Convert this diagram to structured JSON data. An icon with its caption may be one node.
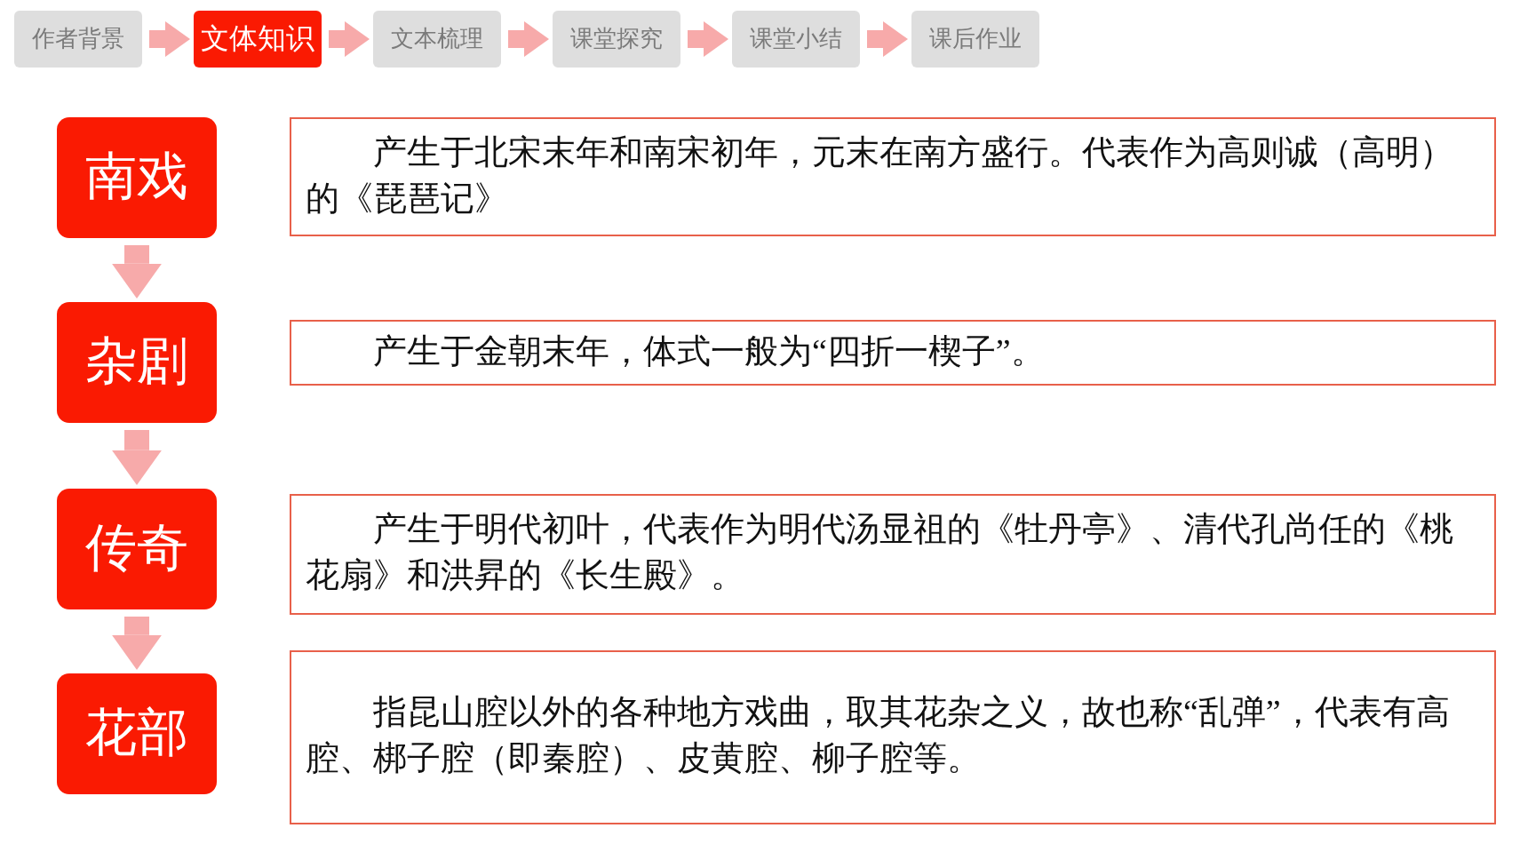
{
  "diagram": {
    "nodes": [
      {
        "text": [
          "作者背景"
        ]
      },
      {
        "text": [
          "文体知识"
        ]
      },
      {
        "text": [
          "文本梳理"
        ]
      },
      {
        "text": [
          "课堂探究"
        ]
      },
      {
        "text": [
          "课堂小结"
        ]
      },
      {
        "text": [
          "课后作业"
        ]
      },
      {
        "text": [
          "南戏"
        ]
      },
      {
        "text": [
          "产生于北宋末年和南宋初年，元末在南方盛行。代表作为高则诚（高明）的《琵琶记》"
        ]
      },
      {
        "text": [
          "杂剧"
        ]
      },
      {
        "text": [
          "产生于金朝末年，体式一般为“四折一楔子”。"
        ]
      },
      {
        "text": [
          "传奇"
        ]
      },
      {
        "text": [
          "产生于明代初叶，代表作为明代汤显祖的《牡丹亭》、清代孔尚任的《桃花扇》和洪昇的《长生殿》。"
        ]
      },
      {
        "text": [
          "花部"
        ]
      },
      {
        "text": [
          "指昆山腔以外的各种地方戏曲，取其花杂之义，故也称“乱弹”，代表有高腔、梆子腔（即秦腔）、皮黄腔、柳子腔等。"
        ]
      }
    ],
    "edges": [
      {
        "from": 0,
        "to": 1,
        "arrow": "to"
      },
      {
        "from": 1,
        "to": 2,
        "arrow": "to"
      },
      {
        "from": 2,
        "to": 3,
        "arrow": "to"
      },
      {
        "from": 3,
        "to": 4,
        "arrow": "to"
      },
      {
        "from": 4,
        "to": 5,
        "arrow": "to"
      },
      {
        "from": 6,
        "to": 8,
        "arrow": "to"
      },
      {
        "from": 8,
        "to": 10,
        "arrow": "to"
      },
      {
        "from": 10,
        "to": 12,
        "arrow": "to"
      }
    ]
  }
}
